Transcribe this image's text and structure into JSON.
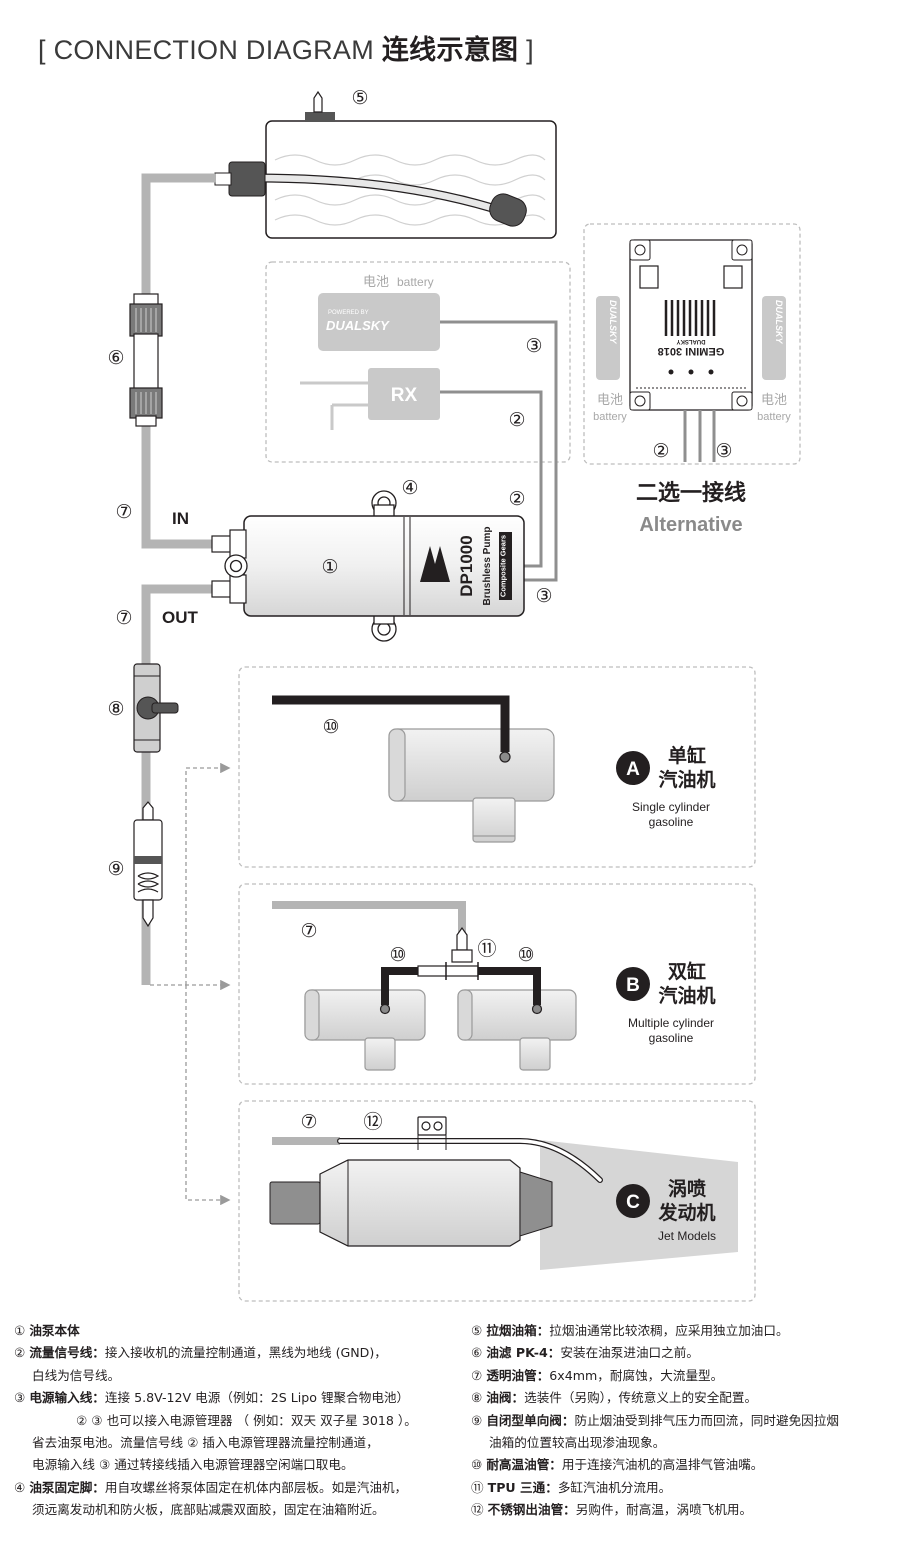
{
  "title": {
    "prefix": "[",
    "en": "CONNECTION DIAGRAM",
    "cn": "连线示意图",
    "suffix": "]"
  },
  "markers": [
    "①",
    "②",
    "③",
    "④",
    "⑤",
    "⑥",
    "⑦",
    "⑧",
    "⑨",
    "⑩",
    "⑪",
    "⑫"
  ],
  "labels": {
    "in": "IN",
    "out": "OUT",
    "battery_cn": "电池",
    "battery_en": "battery",
    "rx": "RX",
    "brand": "DUALSKY",
    "powered_by": "POWERED BY",
    "pump_model": "DP1000",
    "pump_sub": "Brushless Pump",
    "pump_sub2": "Composite Gears",
    "gemini": "GEMINI 3018",
    "alt_cn": "二选一接线",
    "alt_en": "Alternative"
  },
  "engines": [
    {
      "letter": "A",
      "cn1": "单缸",
      "cn2": "汽油机",
      "en1": "Single cylinder",
      "en2": "gasoline"
    },
    {
      "letter": "B",
      "cn1": "双缸",
      "cn2": "汽油机",
      "en1": "Multiple cylinder",
      "en2": "gasoline"
    },
    {
      "letter": "C",
      "cn1": "涡喷",
      "cn2": "发动机",
      "en1": "Jet Models",
      "en2": ""
    }
  ],
  "notes_left": [
    {
      "num": "①",
      "head": "油泵本体",
      "body": ""
    },
    {
      "num": "②",
      "head": "流量信号线：",
      "body": "接入接收机的流量控制通道，黑线为地线 (GND)，"
    },
    {
      "num": "",
      "head": "",
      "body": "白线为信号线。"
    },
    {
      "num": "③",
      "head": "电源输入线：",
      "body": "连接 5.8V-12V 电源（例如：2S Lipo 锂聚合物电池）"
    },
    {
      "num": "",
      "head": "",
      "body": "② ③ 也可以接入电源管理器 （ 例如：双天 双子星 3018 ）。"
    },
    {
      "num": "",
      "head": "",
      "body": "省去油泵电池。流量信号线 ② 插入电源管理器流量控制通道，"
    },
    {
      "num": "",
      "head": "",
      "body": "电源输入线 ③ 通过转接线插入电源管理器空闲端口取电。"
    },
    {
      "num": "④",
      "head": "油泵固定脚：",
      "body": "用自攻螺丝将泵体固定在机体内部层板。如是汽油机，"
    },
    {
      "num": "",
      "head": "",
      "body": "须远离发动机和防火板，底部贴减震双面胶，固定在油箱附近。"
    }
  ],
  "notes_right": [
    {
      "num": "⑤",
      "head": "拉烟油箱：",
      "body": "拉烟油通常比较浓稠，应采用独立加油口。"
    },
    {
      "num": "⑥",
      "head": "油滤 PK-4：",
      "body": "安装在油泵进油口之前。"
    },
    {
      "num": "⑦",
      "head": "透明油管：",
      "body": "6x4mm，耐腐蚀，大流量型。"
    },
    {
      "num": "⑧",
      "head": "油阀：",
      "body": "选装件（另购），传统意义上的安全配置。"
    },
    {
      "num": "⑨",
      "head": "自闭型单向阀：",
      "body": "防止烟油受到排气压力而回流，同时避免因拉烟"
    },
    {
      "num": "",
      "head": "",
      "body": "油箱的位置较高出现渗油现象。"
    },
    {
      "num": "⑩",
      "head": "耐高温油管：",
      "body": "用于连接汽油机的高温排气管油嘴。"
    },
    {
      "num": "⑪",
      "head": "TPU 三通：",
      "body": "多缸汽油机分流用。"
    },
    {
      "num": "⑫",
      "head": "不锈钢出油管：",
      "body": "另购件，耐高温，涡喷飞机用。"
    }
  ],
  "colors": {
    "tube": "#b4b4b4",
    "dark": "#231f20",
    "wire": "#8f8f8f",
    "panel": "#f4f4f4"
  }
}
